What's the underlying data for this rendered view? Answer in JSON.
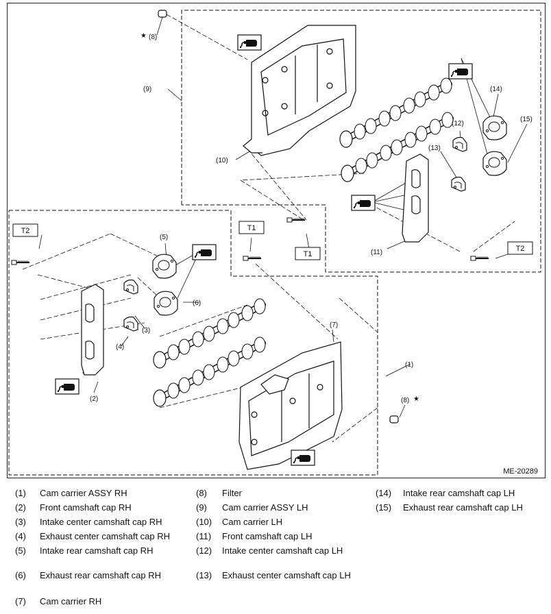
{
  "figure": {
    "code": "ME-20289",
    "torque_labels": {
      "t1": "T1",
      "t2": "T2"
    },
    "callouts": {
      "c1": "(1)",
      "c2": "(2)",
      "c3": "(3)",
      "c4": "(4)",
      "c5": "(5)",
      "c6": "(6)",
      "c7": "(7)",
      "c8a": "(8)",
      "c8b": "(8)",
      "c9": "(9)",
      "c10": "(10)",
      "c11": "(11)",
      "c12": "(12)",
      "c13": "(13)",
      "c14": "(14)",
      "c15": "(15)"
    },
    "star": "★",
    "icon": "oil-can-icon",
    "colors": {
      "line": "#111111",
      "fill": "#ffffff"
    }
  },
  "legend": [
    {
      "num": "(1)",
      "label": "Cam carrier ASSY RH"
    },
    {
      "num": "(2)",
      "label": "Front camshaft cap RH"
    },
    {
      "num": "(3)",
      "label": "Intake center camshaft cap RH"
    },
    {
      "num": "(4)",
      "label": "Exhaust center camshaft cap RH"
    },
    {
      "num": "(5)",
      "label": "Intake rear camshaft cap RH"
    },
    {
      "num": "(6)",
      "label": "Exhaust rear camshaft cap RH"
    },
    {
      "num": "(7)",
      "label": "Cam carrier RH"
    },
    {
      "num": "(8)",
      "label": "Filter"
    },
    {
      "num": "(9)",
      "label": "Cam carrier ASSY LH"
    },
    {
      "num": "(10)",
      "label": "Cam carrier LH"
    },
    {
      "num": "(11)",
      "label": "Front camshaft cap LH"
    },
    {
      "num": "(12)",
      "label": "Intake center camshaft cap LH"
    },
    {
      "num": "(13)",
      "label": "Exhaust center camshaft cap LH"
    },
    {
      "num": "(14)",
      "label": "Intake rear camshaft cap LH"
    },
    {
      "num": "(15)",
      "label": "Exhaust rear camshaft cap LH"
    }
  ]
}
